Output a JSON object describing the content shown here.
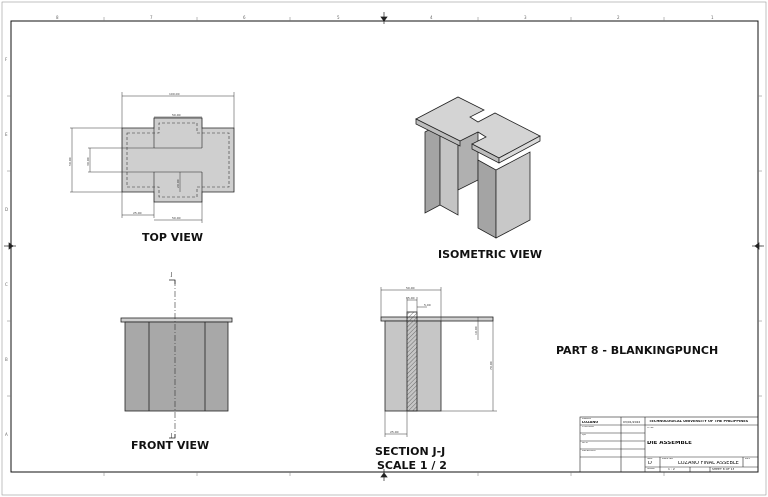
{
  "drawing": {
    "part_title": "PART 8 - BLANKINGPUNCH",
    "views": {
      "top": "TOP VIEW",
      "isometric": "ISOMETRIC VIEW",
      "front": "FRONT VIEW",
      "section": "SECTION J-J",
      "section_scale": "SCALE 1 / 2"
    },
    "section_marker": "J",
    "dimensions": {
      "top_overall_width": "100.00",
      "top_slot_width": "50.00",
      "top_height": "50.00",
      "top_inner_height": "30.00",
      "top_bottom_left": "25.00",
      "top_bottom_slot": "50.00",
      "top_slot_depth": "20.00",
      "section_width": "50.00",
      "section_insert": "15.00",
      "section_offset": "5.00",
      "section_flange": "10.00",
      "section_height": "70.00",
      "section_base": "25.00"
    },
    "border": {
      "col_labels": [
        "8",
        "7",
        "6",
        "5",
        "4",
        "3",
        "2",
        "1"
      ],
      "row_labels": [
        "F",
        "E",
        "D",
        "C",
        "B",
        "A"
      ]
    }
  },
  "title_block": {
    "drawn_label": "DRAWN",
    "drawn_by": "LOZANO",
    "date": "03/01/2022",
    "checked_label": "CHECKED",
    "qa_label": "QA",
    "mfg_label": "MFG",
    "approved_label": "APPROVED",
    "organization": "TECHNOLOGICAL UNIVERSITY OF THE PHILIPPINES",
    "title_label": "TITLE",
    "title": "DIE ASSEMBLE",
    "size_label": "SIZE",
    "size": "D",
    "dwg_label": "DWG NO",
    "dwg_no": "LOZANO FINAL ASSEBLE",
    "rev_label": "REV",
    "scale_label": "SCALE",
    "scale": "1 : 2",
    "sheet": "SHEET 8 OF 13"
  },
  "colors": {
    "face_light": "#d8d8d8",
    "face_mid": "#c0c0c0",
    "face_dark": "#a8a8a8",
    "line": "#222222",
    "hatch": "#555555"
  }
}
